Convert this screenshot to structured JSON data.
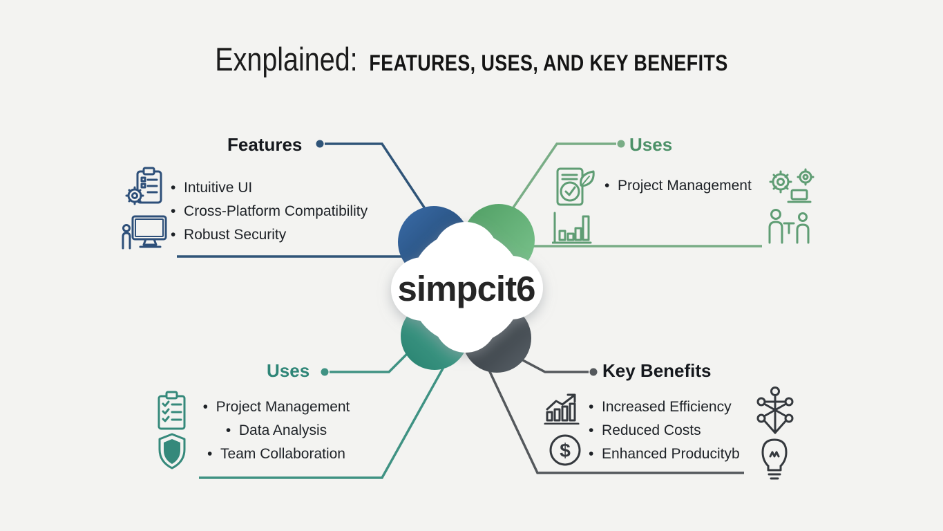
{
  "header": {
    "title_script": "Exnplained:",
    "title_caps": "FEATURES, USES, AND KEY BENEFITS"
  },
  "center": {
    "logo_text": "simpcit6"
  },
  "sections": {
    "features": {
      "title": "Features",
      "items": [
        "Intuitive UI",
        "Cross-Platform Compatibility",
        "Robust Security"
      ],
      "accent_color": "#2d4f79",
      "icons": [
        "clipboard-gear-icon",
        "user-monitor-icon"
      ]
    },
    "uses_top": {
      "title": "Uses",
      "items": [
        "Project Management"
      ],
      "accent_color": "#4c9168",
      "icons": [
        "document-check-icon",
        "bar-chart-icon",
        "gears-device-icon",
        "team-sync-icon"
      ]
    },
    "uses_bottom": {
      "title": "Uses",
      "items": [
        "Project Management",
        "Data Analysis",
        "Team Collaboration"
      ],
      "accent_color": "#2e8577",
      "icons": [
        "checklist-icon",
        "shield-icon"
      ]
    },
    "key_benefits": {
      "title": "Key Benefits",
      "items": [
        "Increased Efficiency",
        "Reduced Costs",
        "Enhanced Producityb"
      ],
      "accent_color": "#35393e",
      "icons": [
        "growth-chart-icon",
        "dollar-icon",
        "network-icon",
        "lightbulb-icon"
      ]
    }
  },
  "colors": {
    "background": "#f3f3f1",
    "navy": "#2f5478",
    "green": "#79ad86",
    "teal": "#3f9283",
    "charcoal": "#54585c",
    "petal_blue": "#2a5b94",
    "petal_green": "#58a96c",
    "petal_teal": "#2f8d7e",
    "petal_dark": "#32383d",
    "logo_text_color": "#262626"
  }
}
